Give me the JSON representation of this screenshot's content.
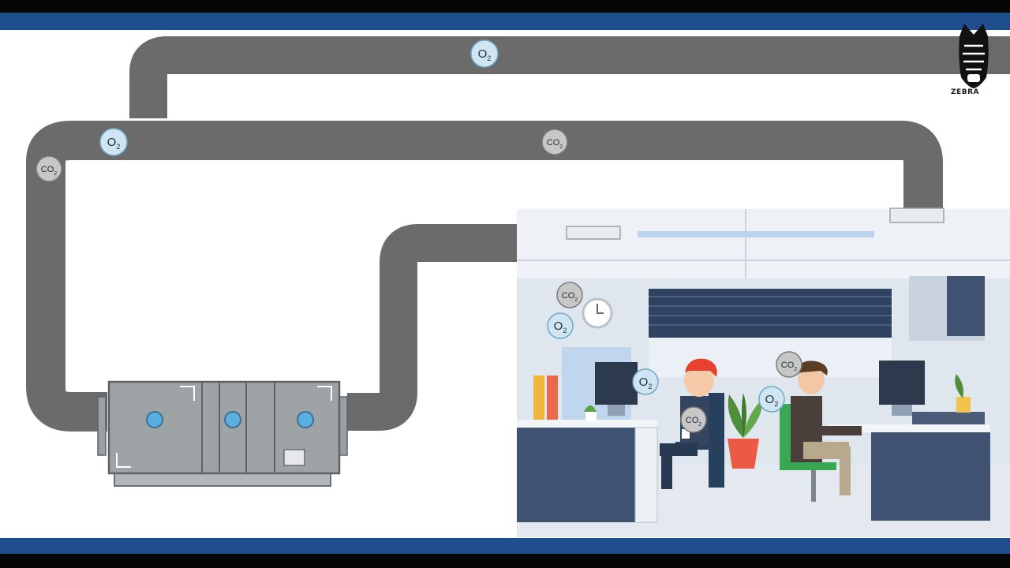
{
  "brand": {
    "name": "ZEBRA"
  },
  "molecules": {
    "o2": {
      "main": "O",
      "sub": "2"
    },
    "co2": {
      "main": "CO",
      "sub": "2"
    }
  },
  "colors": {
    "duct": "#6b6b6b",
    "banner": "#1f4e8c",
    "o2_fill": "#cfe6f2",
    "o2_stroke": "#6fa8c8",
    "co2_fill": "#c7c7c7",
    "co2_stroke": "#7a7a7a",
    "wall": "#dfe6ee",
    "cabinet": "#3f5272",
    "ahu_body": "#9ea3a6"
  }
}
